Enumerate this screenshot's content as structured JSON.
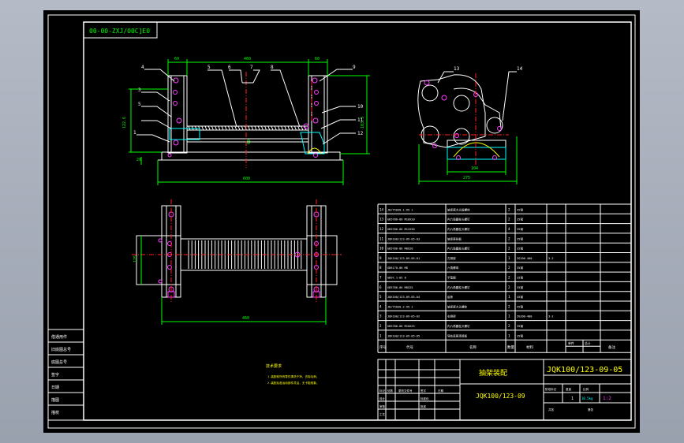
{
  "drawing": {
    "stamp_code": "00-00-ZXJ/00C]E0",
    "title": "抽架装配",
    "code_main": "JQK100/123-09-05",
    "code_sub": "JQK100/123-09",
    "notes_title": "技术要求",
    "notes": [
      "1.装配前所有零件清洗干净，去除毛刺。",
      "2.装配后各运动部件灵活，无卡阻现象。"
    ],
    "scale_value": "1",
    "weight_value": "10.5kg",
    "scale_ratio": "1:2"
  },
  "leaders_front": [
    "4",
    "3",
    "5",
    "1",
    "5",
    "6",
    "7",
    "8",
    "9",
    "10",
    "11",
    "12"
  ],
  "leaders_side": [
    "13",
    "14"
  ],
  "dimensions": {
    "front_top": [
      "60",
      "460",
      "60"
    ],
    "front_total": "600",
    "front_height_left": "122.6",
    "front_height_right": "103.5",
    "front_small": "20",
    "front_mid": "60",
    "side_inner": "104",
    "side_total": "275",
    "plan_height": "125",
    "plan_length": "460"
  },
  "bom": {
    "headers": [
      "序号",
      "代号",
      "名称",
      "数量",
      "材料",
      "单件",
      "总计",
      "备注"
    ],
    "rows": [
      {
        "no": "14",
        "code": "JB/T5030.1-95 1",
        "name": "轴承座大头板螺栓",
        "qty": "2",
        "mat": "45钢",
        "wt": ""
      },
      {
        "no": "13",
        "code": "GB5786-86 M10X20",
        "name": "内六角圆柱头螺钉",
        "qty": "2",
        "mat": "35钢",
        "wt": ""
      },
      {
        "no": "12",
        "code": "GB5786-86 M12X30",
        "name": "内六角圆柱头螺钉",
        "qty": "4",
        "mat": "35钢",
        "wt": ""
      },
      {
        "no": "11",
        "code": "JQK100/123-09-05-03",
        "name": "轴承座挡板",
        "qty": "2",
        "mat": "35钢",
        "wt": ""
      },
      {
        "no": "10",
        "code": "GB5786-86 M8X20",
        "name": "内六角圆柱头螺钉",
        "qty": "2",
        "mat": "35钢",
        "wt": ""
      },
      {
        "no": "9",
        "code": "JQK100/123-09-05-01",
        "name": "左侧架",
        "qty": "1",
        "mat": "ZG200-400",
        "wt": "3-2"
      },
      {
        "no": "8",
        "code": "GB6170-86 M8",
        "name": "六角螺母",
        "qty": "2",
        "mat": "35钢",
        "wt": ""
      },
      {
        "no": "7",
        "code": "GB97.1-85 8",
        "name": "平垫圈",
        "qty": "2",
        "mat": "35钢",
        "wt": ""
      },
      {
        "no": "6",
        "code": "GB5786-86 M8X25",
        "name": "内六角圆柱头螺钉",
        "qty": "2",
        "mat": "35钢",
        "wt": ""
      },
      {
        "no": "5",
        "code": "JQK100/123-09-05-04",
        "name": "齿条",
        "qty": "1",
        "mat": "45钢",
        "wt": ""
      },
      {
        "no": "4",
        "code": "JB/T5030.2-95 1",
        "name": "轴承座大头螺栓",
        "qty": "2",
        "mat": "45钢",
        "wt": ""
      },
      {
        "no": "3",
        "code": "JQK100/123-09-05-02",
        "name": "右侧架",
        "qty": "1",
        "mat": "ZG200-400",
        "wt": "3-2"
      },
      {
        "no": "2",
        "code": "GB5786-86 M10X25",
        "name": "内六角圆柱头螺钉",
        "qty": "2",
        "mat": "35钢",
        "wt": ""
      },
      {
        "no": "1",
        "code": "JQK100/123-09-05-05",
        "name": "导轨底座连接板",
        "qty": "1",
        "mat": "35钢",
        "wt": ""
      }
    ]
  },
  "left_panel": [
    "借通用件",
    "旧底图总号",
    "底图总号",
    "签字",
    "日期",
    "描图",
    "描校"
  ],
  "title_labels": [
    "标记",
    "处数",
    "更改文件号",
    "签字",
    "日期",
    "设计",
    "审核",
    "工艺",
    "标准化",
    "批准",
    "阶段标记",
    "重量",
    "比例",
    "共张",
    "第张"
  ]
}
